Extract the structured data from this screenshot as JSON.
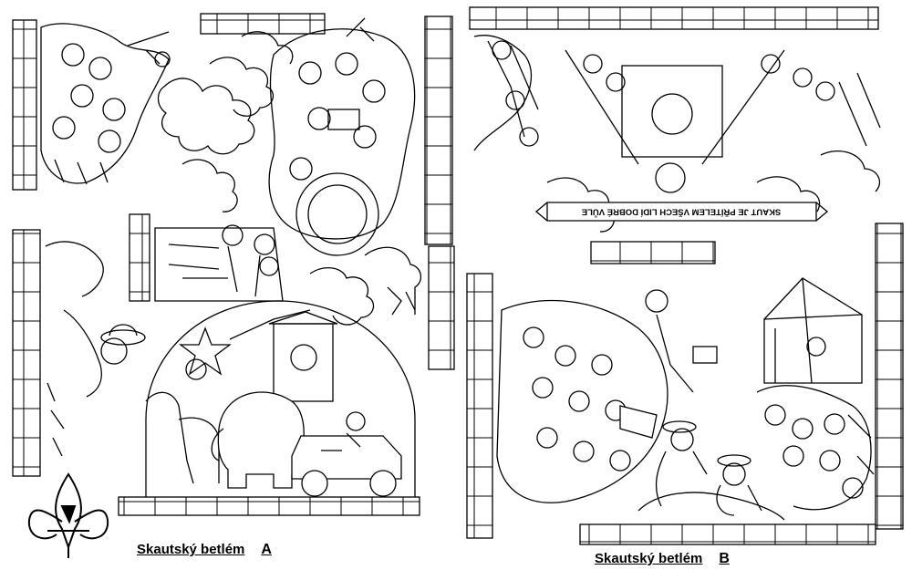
{
  "sheet_a": {
    "title": "Skautský betlém",
    "letter": "A"
  },
  "sheet_b": {
    "title": "Skautský betlém",
    "letter": "B",
    "banner_text": "SKAUT JE PŘÍTELEM VŠECH LIDÍ DOBRÉ VŮLE"
  },
  "colors": {
    "ink": "#000000",
    "paper": "#ffffff"
  },
  "icons": {
    "emblem": "scout-fleur-de-lis-icon"
  }
}
